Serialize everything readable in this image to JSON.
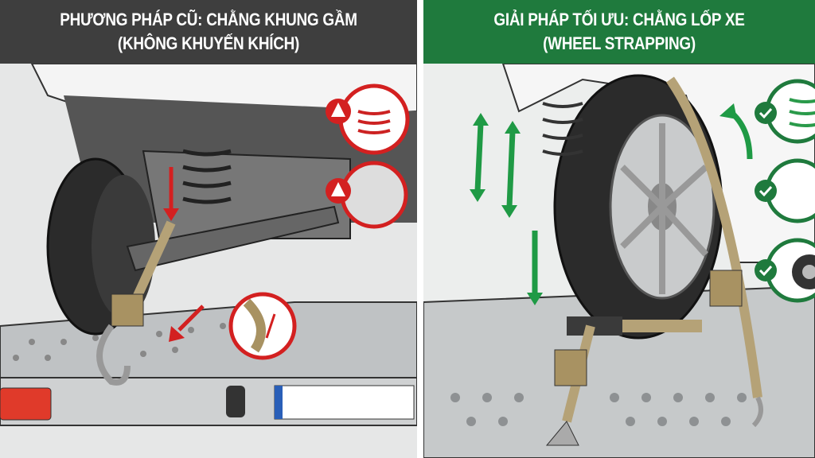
{
  "left_panel": {
    "title_line1": "PHƯƠNG PHÁP CŨ: CHẰNG KHUNG GẦM",
    "title_line2": "(KHÔNG KHUYẾN KHÍCH)",
    "header_color": "#3e3e3e",
    "warning_color": "#d32020"
  },
  "right_panel": {
    "title_line1": "GIẢI PHÁP TỐI ƯU: CHẰNG LỐP XE",
    "title_line2": "(WHEEL STRAPPING)",
    "header_color": "#1f7a3d",
    "check_color": "#1f7a3d"
  }
}
